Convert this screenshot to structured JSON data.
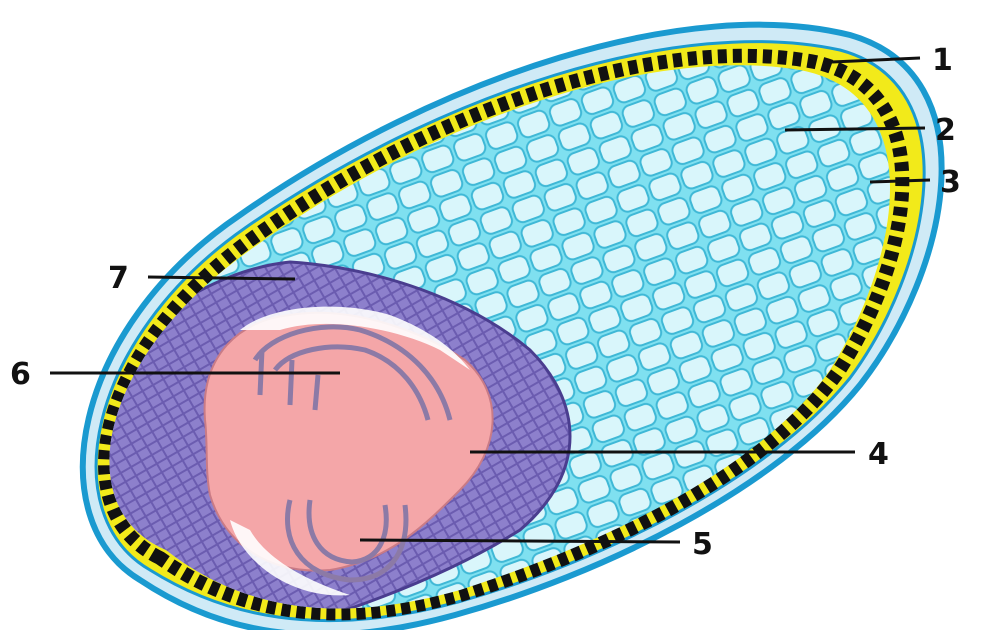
{
  "diagram": {
    "labels": [
      {
        "id": "1",
        "text": "1"
      },
      {
        "id": "2",
        "text": "2"
      },
      {
        "id": "3",
        "text": "3"
      },
      {
        "id": "4",
        "text": "4"
      },
      {
        "id": "5",
        "text": "5"
      },
      {
        "id": "6",
        "text": "6"
      },
      {
        "id": "7",
        "text": "7"
      }
    ],
    "colors": {
      "outer_layer": "#1a9ad0",
      "seed_coat": "#f2ea1a",
      "aleurone": "#111111",
      "endosperm": "#63d4ea",
      "scutellum": "#6b5cb0",
      "embryo": "#f4a6a8",
      "leader": "#111111"
    }
  }
}
